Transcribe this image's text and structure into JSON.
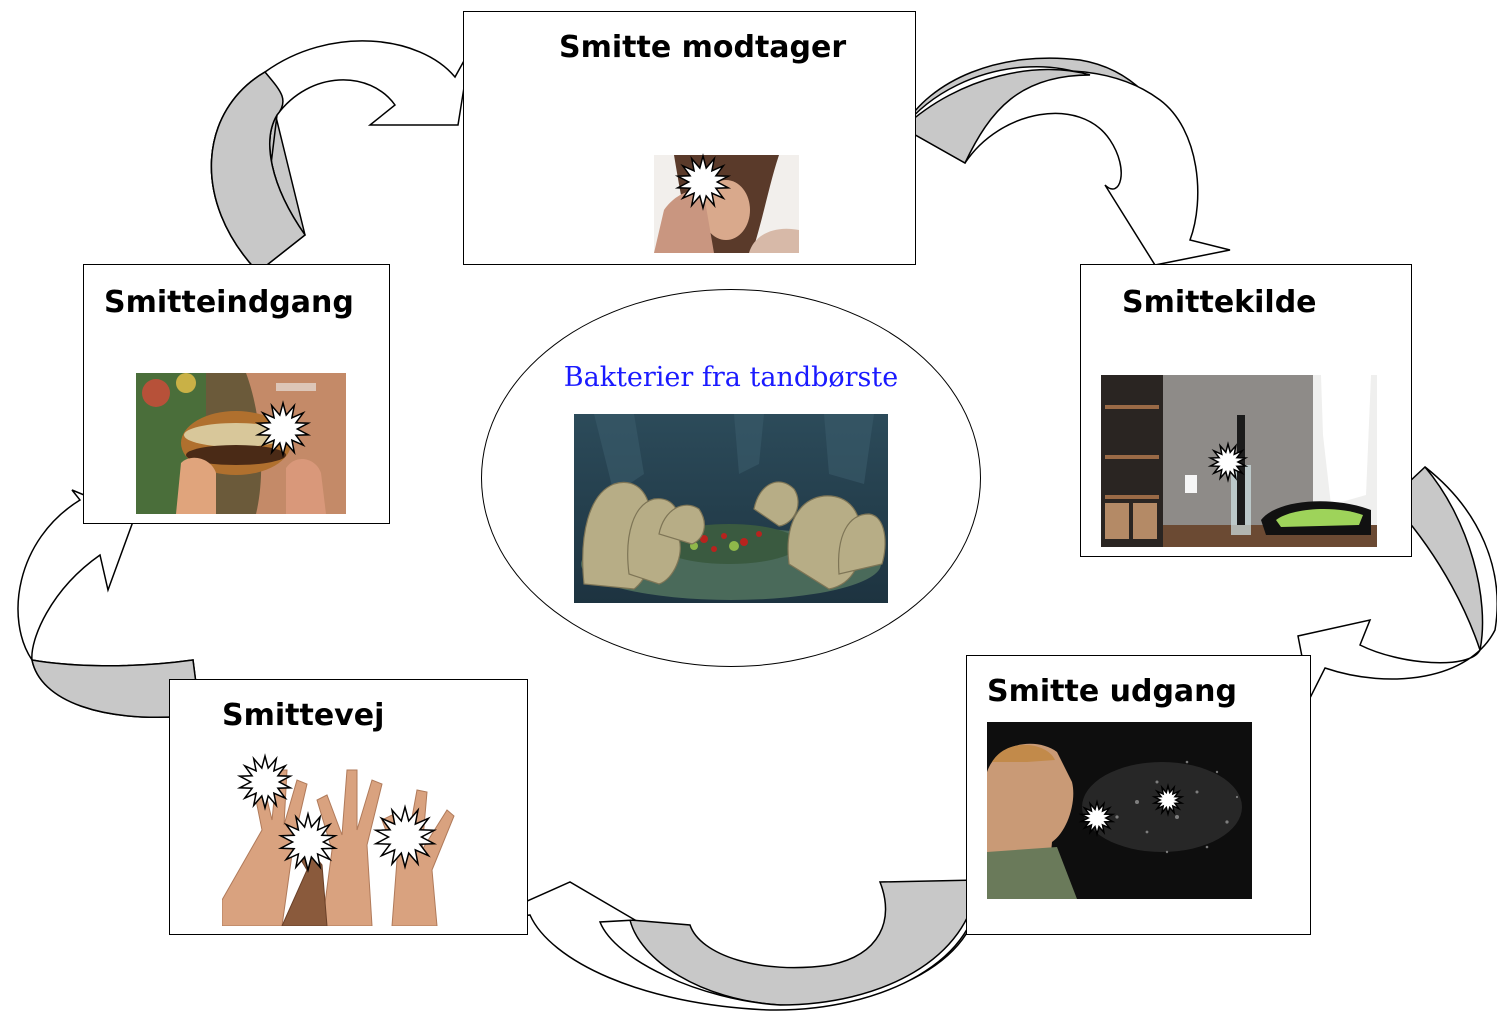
{
  "nodes": {
    "smitte_modtager": {
      "title": "Smitte modtager",
      "photo": "woman-headache-photo"
    },
    "smittekilde": {
      "title": "Smittekilde",
      "photo": "toothbrush-bathroom-photo"
    },
    "smitte_udgang": {
      "title": "Smitte udgang",
      "photo": "man-sneezing-photo"
    },
    "smittevej": {
      "title": "Smittevej",
      "photo": "many-hands-photo"
    },
    "smitteindgang": {
      "title": "Smitteindgang",
      "photo": "man-eating-burger-photo"
    }
  },
  "center": {
    "label": "Bakterier fra tandbørste",
    "photo": "bacteria-illustration",
    "label_color": "#1a1aff"
  },
  "colors": {
    "arrow_fill_shaded": "#c8c8c8",
    "arrow_fill_white": "#ffffff",
    "stroke": "#000000"
  }
}
